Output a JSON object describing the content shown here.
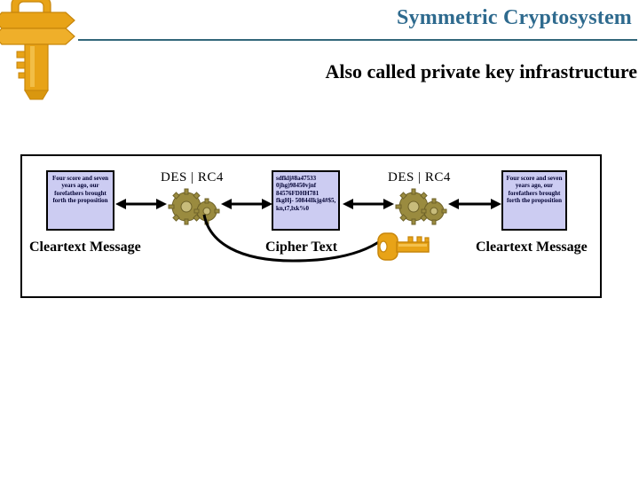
{
  "slide": {
    "title": "Symmetric Cryptosystem",
    "subtitle": "Also called private key infrastructure",
    "title_color": "#2E6A8E",
    "rule_color": "#33677A",
    "background_color": "#FFFFFF"
  },
  "decorations": {
    "corner_key_icon": "key-icon",
    "corner_key_color": "#E8A317"
  },
  "diagram": {
    "border_color": "#000000",
    "box_fill_color": "#CCCCF2",
    "box_text_color": "#000033",
    "gear_color": "#9A8B3F",
    "key_color": "#E8A317",
    "boxes": [
      {
        "id": "cleartext-left",
        "text": "Four score and seven years ago, our forefathers brought forth the proposition",
        "caption": "Cleartext Message"
      },
      {
        "id": "cipher",
        "text": "sdfklj#8a47533 0jhg)98450vjnf 84576FDHH781 fkgHj- 50844Ikjg4#$5, kn,t7,lxk%0",
        "caption": "Cipher Text"
      },
      {
        "id": "cleartext-right",
        "text": "Four score and seven years ago, our forefathers brought forth the proposition",
        "caption": "Cleartext Message"
      }
    ],
    "algorithms": [
      {
        "id": "encrypt",
        "label": "DES | RC4"
      },
      {
        "id": "decrypt",
        "label": "DES | RC4"
      }
    ],
    "arrows": [
      {
        "id": "arrow-1",
        "style": "double-headed"
      },
      {
        "id": "arrow-2",
        "style": "double-headed"
      },
      {
        "id": "arrow-3",
        "style": "double-headed"
      },
      {
        "id": "arrow-4",
        "style": "double-headed"
      }
    ],
    "shared_key": {
      "icon": "key-icon",
      "connector": "curve"
    }
  }
}
